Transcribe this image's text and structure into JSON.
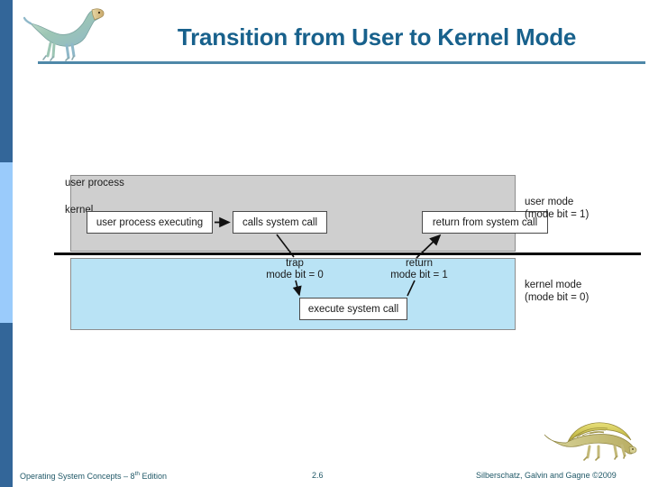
{
  "slide": {
    "title": "Transition from User to Kernel Mode",
    "accent_dark": "#336699",
    "accent_light": "#9ACBFB",
    "title_color": "#18618C",
    "rule_color": "#4E88A8"
  },
  "logo": {
    "header_icon": "dinosaur-logo",
    "footer_icon": "dimetrodon-logo"
  },
  "diagram": {
    "user_band_label": "user process",
    "kernel_band_label": "kernel",
    "user_band_color": "#cfcfcf",
    "kernel_band_color": "#b9e3f5",
    "nodes": [
      {
        "id": "user-process-executing",
        "label": "user process executing"
      },
      {
        "id": "calls-system-call",
        "label": "calls system call"
      },
      {
        "id": "return-from-system-call",
        "label": "return from system call"
      },
      {
        "id": "execute-system-call",
        "label": "execute system call"
      }
    ],
    "annotations": [
      {
        "id": "trap",
        "line1": "trap",
        "line2": "mode bit = 0"
      },
      {
        "id": "return",
        "line1": "return",
        "line2": "mode bit = 1"
      }
    ],
    "side_captions": [
      {
        "id": "user-mode",
        "line1": "user mode",
        "line2": "(mode bit = 1)"
      },
      {
        "id": "kernel-mode",
        "line1": "kernel mode",
        "line2": "(mode bit = 0)"
      }
    ]
  },
  "footer": {
    "edition_prefix": "Operating System Concepts – 8",
    "edition_sup": "th",
    "edition_suffix": " Edition",
    "page_number": "2.6",
    "credit": "Silberschatz, Galvin and Gagne ©2009",
    "text_color": "#215968"
  }
}
